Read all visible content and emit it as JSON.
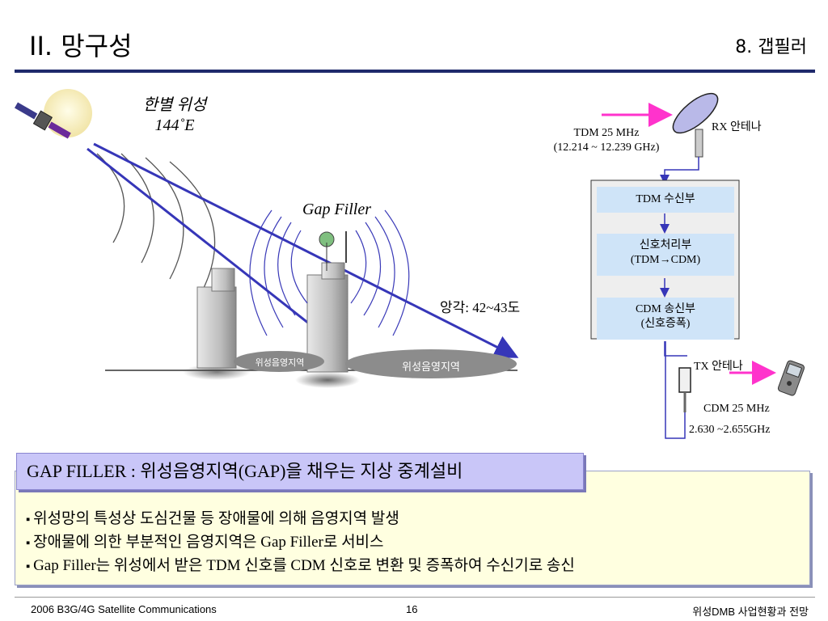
{
  "header": {
    "title": "II. 망구성",
    "section": "8. 갭필러"
  },
  "diagram": {
    "satellite_label_line1": "한별 위성",
    "satellite_label_line2": "144˚E",
    "gap_filler_label": "Gap Filler",
    "elevation_label": "앙각: 42~43도",
    "shadow_area_small": "위성음영지역",
    "shadow_area_large": "위성음영지역",
    "rx_antenna_label": "RX 안테나",
    "tdm_freq_line1": "TDM 25 MHz",
    "tdm_freq_line2": "(12.214 ~ 12.239 GHz)",
    "block_tdm_rx": "TDM 수신부",
    "block_signal_line1": "신호처리부",
    "block_signal_line2": "(TDM→CDM)",
    "block_cdm_tx_line1": "CDM 송신부",
    "block_cdm_tx_line2": "(신호증폭)",
    "tx_antenna_label": "TX 안테나",
    "cdm_freq_line1": "CDM 25 MHz",
    "cdm_freq_line2": "2.630 ~2.655GHz"
  },
  "summary": {
    "title": "GAP FILLER : 위성음영지역(GAP)을 채우는 지상 중계설비",
    "bullets": [
      "위성망의 특성상 도심건물 등 장애물에 의해 음영지역 발생",
      "장애물에 의한 부분적인 음영지역은 Gap Filler로 서비스",
      "Gap Filler는 위성에서 받은 TDM 신호를 CDM 신호로 변환 및 증폭하여 수신기로 송신"
    ]
  },
  "footer": {
    "left": "2006 B3G/4G Satellite Communications",
    "page": "16",
    "right": "위성DMB 사업현황과 전망"
  },
  "colors": {
    "rule": "#1f2a6b",
    "beam": "#3636b8",
    "block_fill": "#cfe4f8",
    "magenta_arrow": "#ff33cc",
    "title_box": "#c9c6f8",
    "summary_fill": "#ffffe0"
  }
}
